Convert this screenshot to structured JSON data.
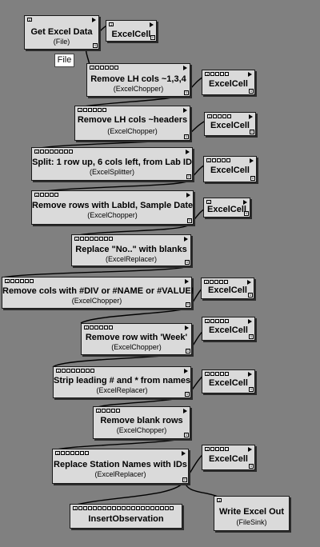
{
  "nodes": [
    {
      "title": "Get Excel Data",
      "subtitle": "(File)"
    },
    {
      "title": "ExcelCell",
      "subtitle": ""
    },
    {
      "title": "Remove LH cols ~1,3,4",
      "subtitle": "(ExcelChopper)"
    },
    {
      "title": "ExcelCell",
      "subtitle": ""
    },
    {
      "title": "Remove LH cols ~headers",
      "subtitle": "(ExcelChopper)"
    },
    {
      "title": "ExcelCell",
      "subtitle": ""
    },
    {
      "title": "Split: 1 row up, 6 cols left,  from Lab ID",
      "subtitle": "(ExcelSplitter)"
    },
    {
      "title": "ExcelCell",
      "subtitle": ""
    },
    {
      "title": "Remove rows with LabId, Sample Date",
      "subtitle": "(ExcelChopper)"
    },
    {
      "title": "ExcelCell",
      "subtitle": ""
    },
    {
      "title": "Replace \"No..\" with blanks",
      "subtitle": "(ExcelReplacer)"
    },
    {
      "title": "Remove cols with #DIV or #NAME or #VALUE!",
      "subtitle": "(ExcelChopper)"
    },
    {
      "title": "ExcelCell",
      "subtitle": ""
    },
    {
      "title": "Remove row with 'Week'",
      "subtitle": "(ExcelChopper)"
    },
    {
      "title": "ExcelCell",
      "subtitle": ""
    },
    {
      "title": "Strip leading # and * from names",
      "subtitle": "(ExcelReplacer)"
    },
    {
      "title": "ExcelCell",
      "subtitle": ""
    },
    {
      "title": "Remove  blank  rows",
      "subtitle": "(ExcelChopper)"
    },
    {
      "title": "Replace Station Names with IDs",
      "subtitle": "(ExcelReplacer)"
    },
    {
      "title": "ExcelCell",
      "subtitle": ""
    },
    {
      "title": "InsertObservation",
      "subtitle": ""
    },
    {
      "title": "Write Excel Out",
      "subtitle": "(FileSink)"
    }
  ],
  "tooltip": {
    "text": "File"
  }
}
